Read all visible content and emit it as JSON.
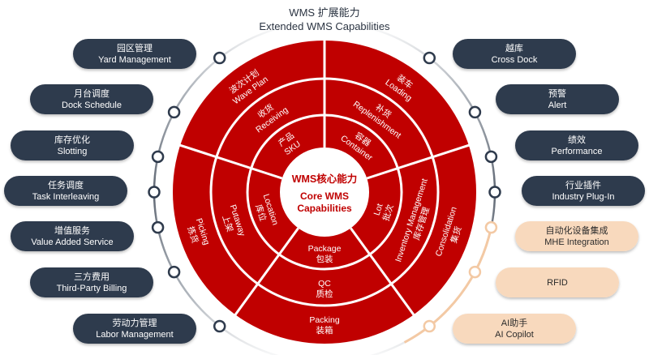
{
  "title": {
    "zh": "WMS 扩展能力",
    "en": "Extended WMS Capabilities"
  },
  "core": {
    "zh": "WMS核心能力",
    "en_line1": "Core WMS",
    "en_line2": "Capabilities"
  },
  "colors": {
    "red": "#c00000",
    "dark_pill": "#2f3b4d",
    "peach_pill": "#f8d9bd",
    "arc": "#9aa1aa",
    "peach_line": "#f3c9a4"
  },
  "sectors": [
    {
      "id": "top-left",
      "rings": [
        [
          "产品",
          "SKU"
        ],
        [
          "收货",
          "Receiving"
        ],
        [
          "波次计划",
          "Wave Plan"
        ]
      ]
    },
    {
      "id": "top-right",
      "rings": [
        [
          "容器",
          "Container"
        ],
        [
          "补货",
          "Replenishment"
        ],
        [
          "装车",
          "Loading"
        ]
      ]
    },
    {
      "id": "right",
      "rings": [
        [
          "Lot",
          "批次"
        ],
        [
          "Inventory Management",
          "库存管理"
        ],
        [
          "Consolidation",
          "集货"
        ]
      ]
    },
    {
      "id": "bottom",
      "rings": [
        [
          "Package",
          "包装"
        ],
        [
          "QC",
          "质检"
        ],
        [
          "Packing",
          "装箱"
        ]
      ]
    },
    {
      "id": "left",
      "rings": [
        [
          "Location",
          "库位"
        ],
        [
          "Putaway",
          "上架"
        ],
        [
          "Picking",
          "拣货"
        ]
      ]
    }
  ],
  "left_items": [
    {
      "zh": "园区管理",
      "en": "Yard Management"
    },
    {
      "zh": "月台调度",
      "en": "Dock Schedule"
    },
    {
      "zh": "库存优化",
      "en": "Slotting"
    },
    {
      "zh": "任务调度",
      "en": "Task Interleaving"
    },
    {
      "zh": "增值服务",
      "en": "Value Added Service"
    },
    {
      "zh": "三方费用",
      "en": "Third-Party Billing"
    },
    {
      "zh": "劳动力管理",
      "en": "Labor Management"
    }
  ],
  "right_items": [
    {
      "zh": "越库",
      "en": "Cross Dock",
      "style": "dark"
    },
    {
      "zh": "预警",
      "en": "Alert",
      "style": "dark"
    },
    {
      "zh": "绩效",
      "en": "Performance",
      "style": "dark"
    },
    {
      "zh": "行业插件",
      "en": "Industry Plug-In",
      "style": "dark"
    },
    {
      "zh": "自动化设备集成",
      "en": "MHE Integration",
      "style": "peach"
    },
    {
      "zh": "",
      "en": "RFID",
      "style": "peach"
    },
    {
      "zh": "AI助手",
      "en": "AI Copilot",
      "style": "peach"
    }
  ]
}
